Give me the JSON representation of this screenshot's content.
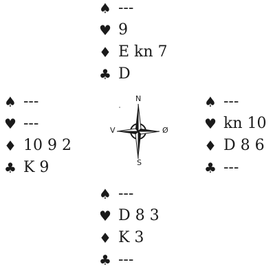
{
  "suits": {
    "spade": "♠",
    "heart": "♥",
    "diamond": "♦",
    "club": "♣"
  },
  "hands": {
    "north": {
      "spades": "---",
      "hearts": "9",
      "diamonds": "E kn 7",
      "clubs": "D"
    },
    "west": {
      "spades": "---",
      "hearts": "---",
      "diamonds": "10 9 2",
      "clubs": "K 9"
    },
    "east": {
      "spades": "---",
      "hearts": "kn 10",
      "diamonds": "D 8 6",
      "clubs": "---"
    },
    "south": {
      "spades": "---",
      "hearts": "D 8 3",
      "diamonds": "K 3",
      "clubs": "---"
    }
  },
  "compass": {
    "north": "N",
    "south": "S",
    "west": "V",
    "east": "Ø"
  }
}
